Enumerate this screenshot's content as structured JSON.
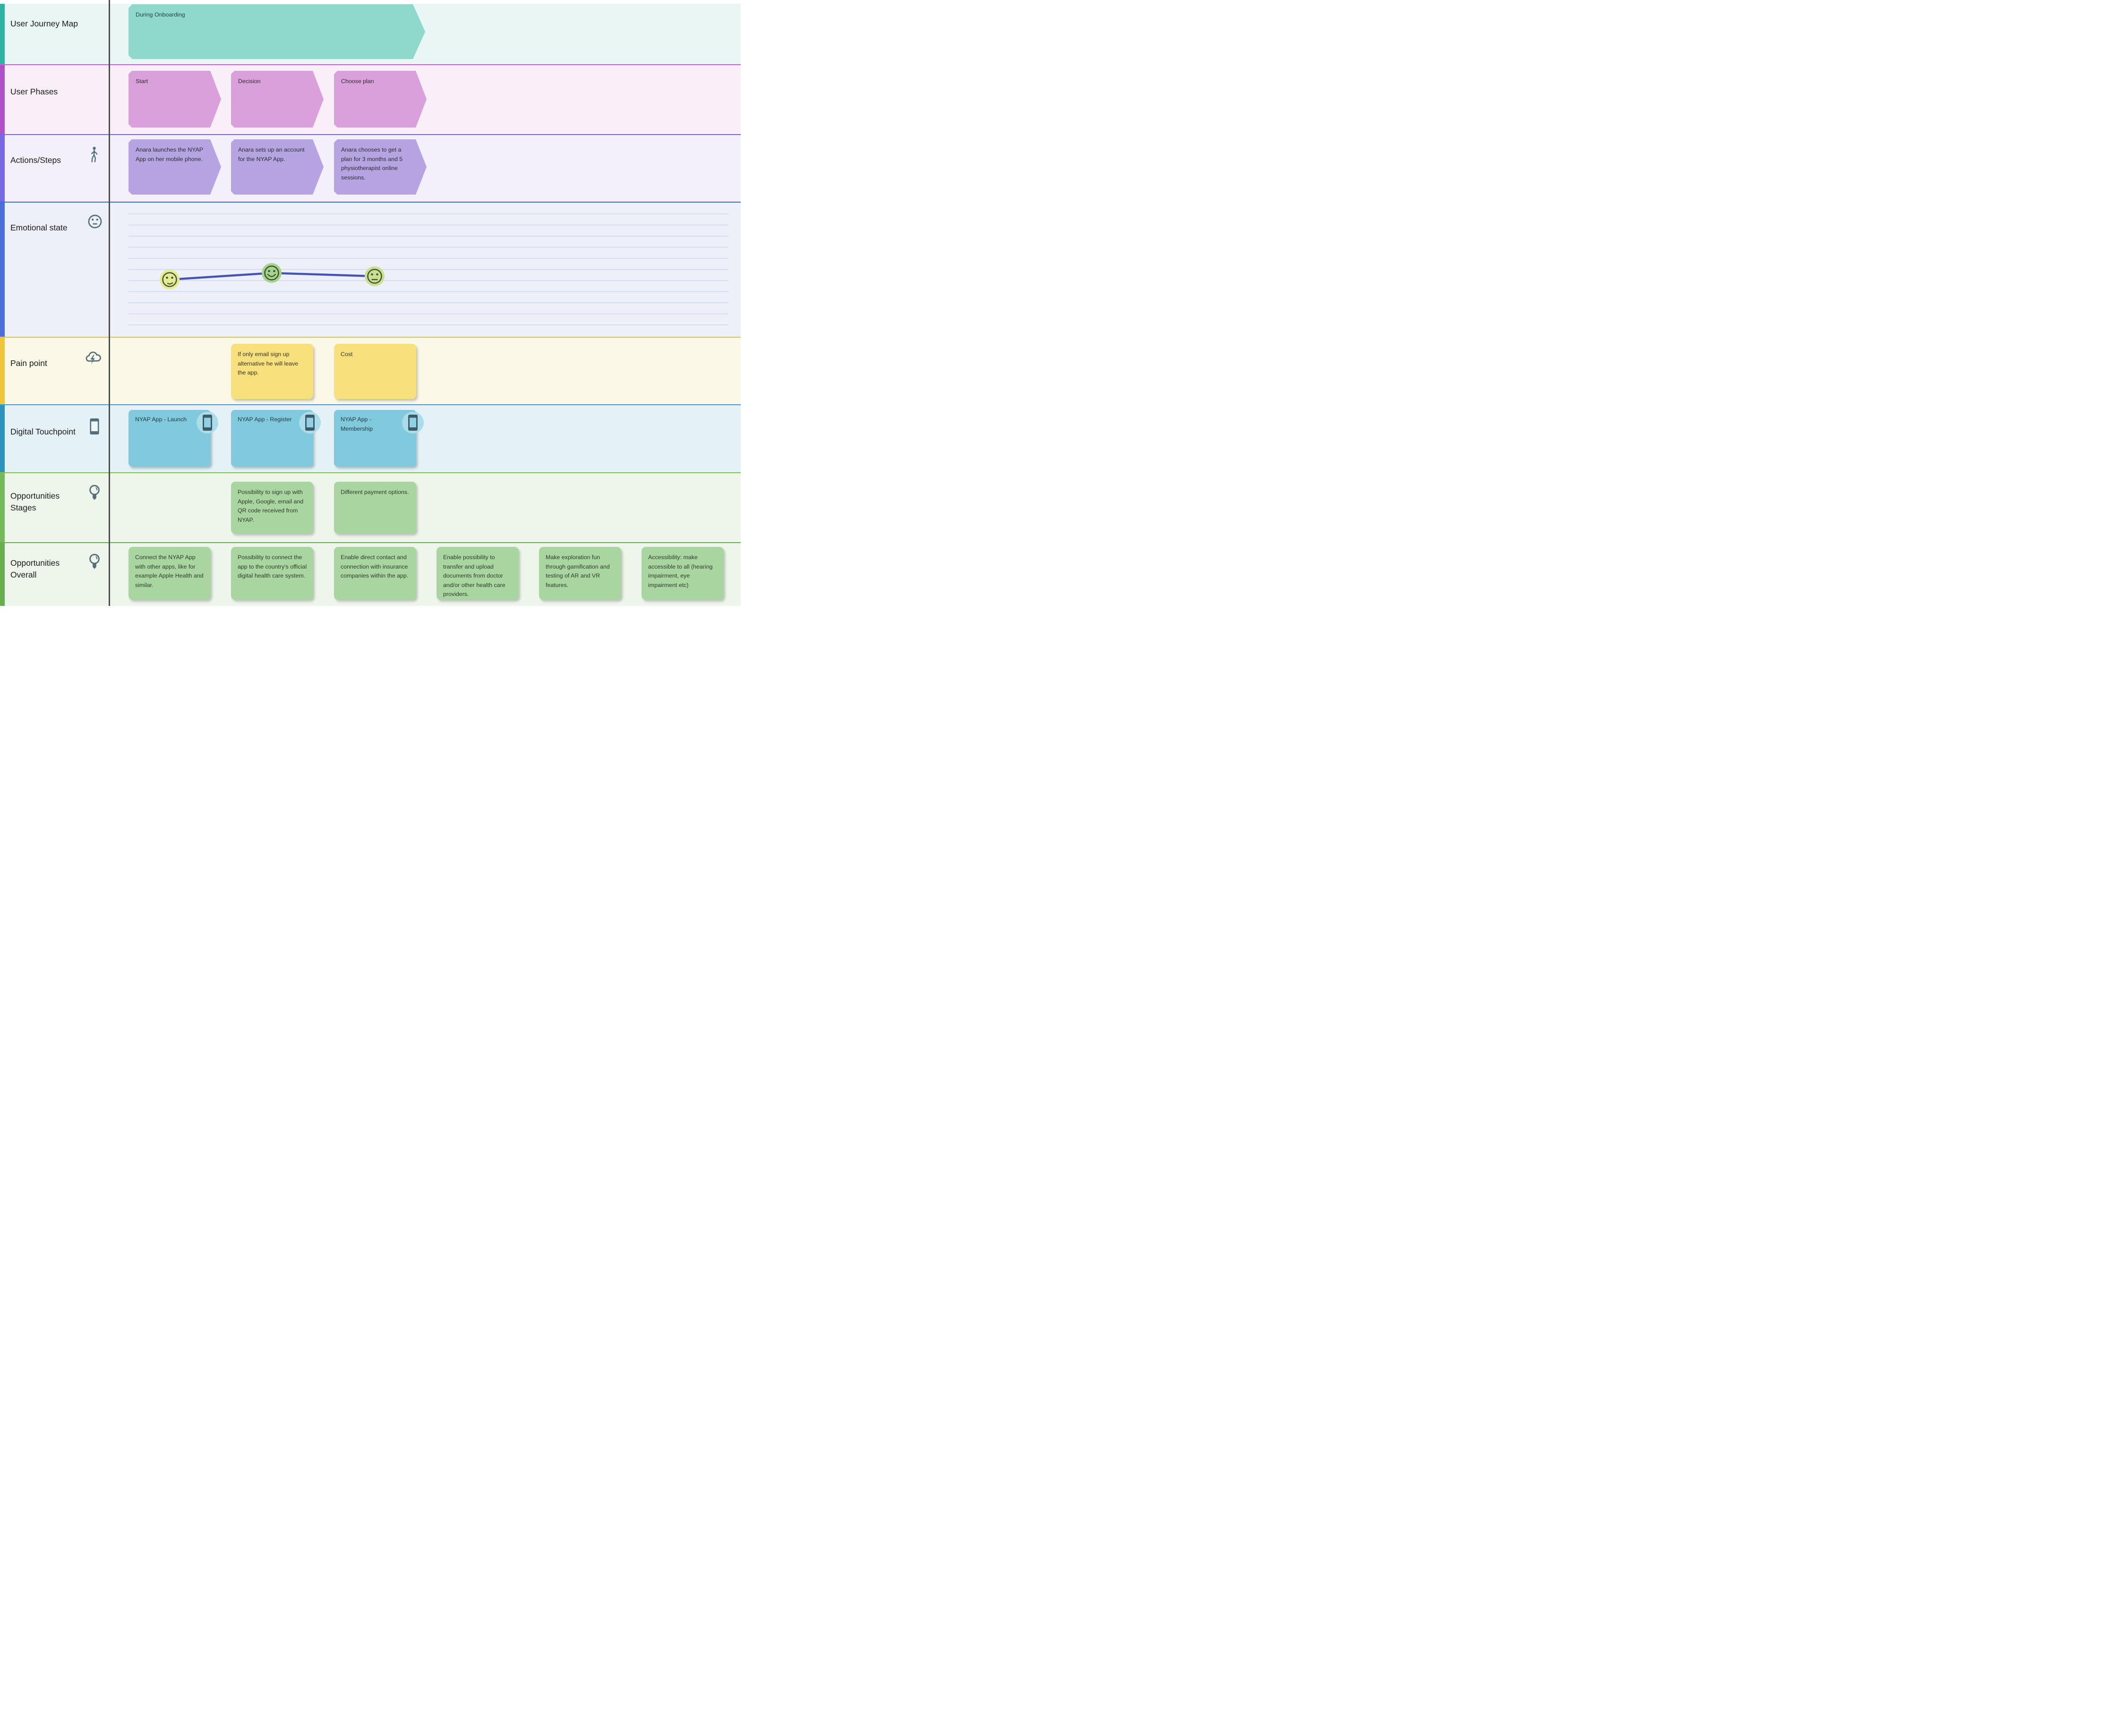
{
  "journey": {
    "label": "User Journey Map",
    "banner": "During Onboarding"
  },
  "phases": {
    "label": "User Phases",
    "items": [
      "Start",
      "Decision",
      "Choose plan"
    ]
  },
  "actions": {
    "label": "Actions/Steps",
    "items": [
      "Anara launches the NYAP App on her mobile phone.",
      "Anara sets up an account for the NYAP App.",
      "Anara chooses to get a plan for 3 months and 5 physiotherapist online sessions."
    ]
  },
  "emotional": {
    "label": "Emotional state",
    "chart_data": {
      "type": "line",
      "title": "Emotional state",
      "x": [
        "Start",
        "Decision",
        "Choose plan"
      ],
      "series": [
        {
          "name": "mood",
          "values": [
            5.2,
            5.8,
            5.5
          ],
          "moods": [
            "slightly-happy",
            "happy",
            "neutral"
          ],
          "point_colors": [
            "#e3ec93",
            "#a6d38e",
            "#c9e092"
          ]
        }
      ],
      "ylim": [
        0,
        10
      ],
      "grid": true,
      "legend": false,
      "line_color": "#4453b8"
    }
  },
  "pain": {
    "label": "Pain point",
    "items": [
      "If only email sign up alternative he will leave the app.",
      "Cost"
    ]
  },
  "touchpoints": {
    "label": "Digital Touchpoint",
    "items": [
      "NYAP App - Launch",
      "NYAP App - Register",
      "NYAP App - Membership"
    ]
  },
  "opp_stages": {
    "label": "Opportunities Stages",
    "items": [
      "Possibility to sign up with Apple, Google, email and QR code received from NYAP.",
      "Different payment options."
    ]
  },
  "opp_overall": {
    "label": "Opportunities Overall",
    "items": [
      "Connect the NYAP App with other apps, like for example Apple Health and similar.",
      "Possibility to connect the app to the country's official digital health care system.",
      "Enable direct contact and connection with insurance companies within the app.",
      "Enable possibility to transfer and upload documents from doctor and/or other health care providers.",
      "Make exploration fun through gamification and testing of AR and VR features.",
      "Accessibility: make accessible to all (hearing impairment, eye impairment etc)"
    ]
  },
  "colors": {
    "strip_journey": "#2eb3a2",
    "strip_phases": "#af52c6",
    "strip_actions": "#7a68e2",
    "strip_emotional": "#4b6edb",
    "strip_pain": "#efc53b",
    "strip_touchpoint": "#2d92bc",
    "strip_opp_stages": "#74b95c",
    "strip_opp_overall": "#68ae51",
    "banner_fill": "#8ed9cc",
    "phase_fill": "#d9a0dc",
    "action_fill": "#b6a3e2",
    "pain_fill": "#f8e07d",
    "touchpoint_fill": "#81c9dd",
    "opportunity_fill": "#a9d5a0",
    "emotion_line": "#4453b8",
    "divider": "#4d4d4d"
  }
}
